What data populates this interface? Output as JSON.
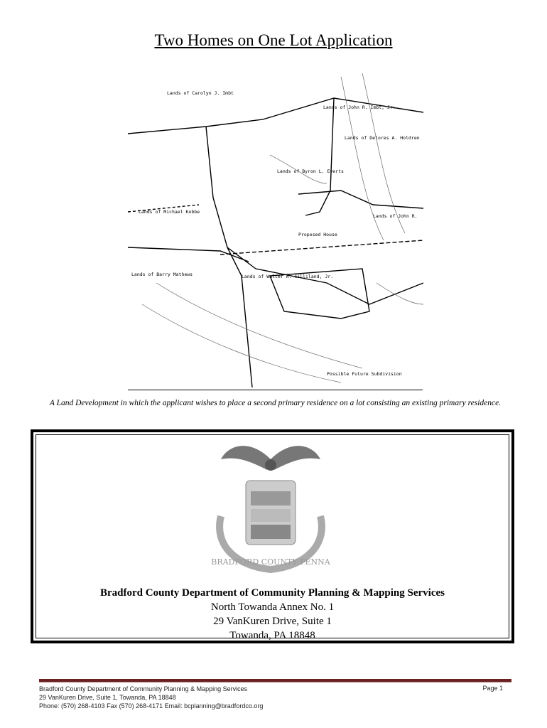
{
  "title": "Two Homes on One Lot Application",
  "map": {
    "labels": [
      "Lands of Carolyn J. Imbt",
      "Lands of John R. Imbt, Jr.",
      "Lands of Delores A. Holdren",
      "Lands of Byron L. Everts",
      "Lands of Michael Kobbe",
      "Lands of John R.",
      "Lands of Barry Mathews",
      "Lands of Walter A. Gilliland, Jr.",
      "Proposed House",
      "Possible Future Subdivision"
    ]
  },
  "caption": "A Land Development in which the applicant wishes to place a second primary residence on a lot consisting an existing primary residence.",
  "seal": {
    "text": "BRADFORD COUNTY PENNA"
  },
  "org": {
    "name": "Bradford County Department of Community Planning & Mapping Services",
    "line1": "North Towanda Annex No. 1",
    "line2": "29 VanKuren Drive, Suite 1",
    "line3": "Towanda, PA 18848"
  },
  "footer": {
    "line1": "Bradford County Department of Community Planning & Mapping Services",
    "line2": "29 VanKuren Drive, Suite 1, Towanda, PA 18848",
    "line3": "Phone: (570) 268-4103 Fax (570) 268-4171 Email: bcplanning@bradfordco.org",
    "page": "Page 1"
  }
}
